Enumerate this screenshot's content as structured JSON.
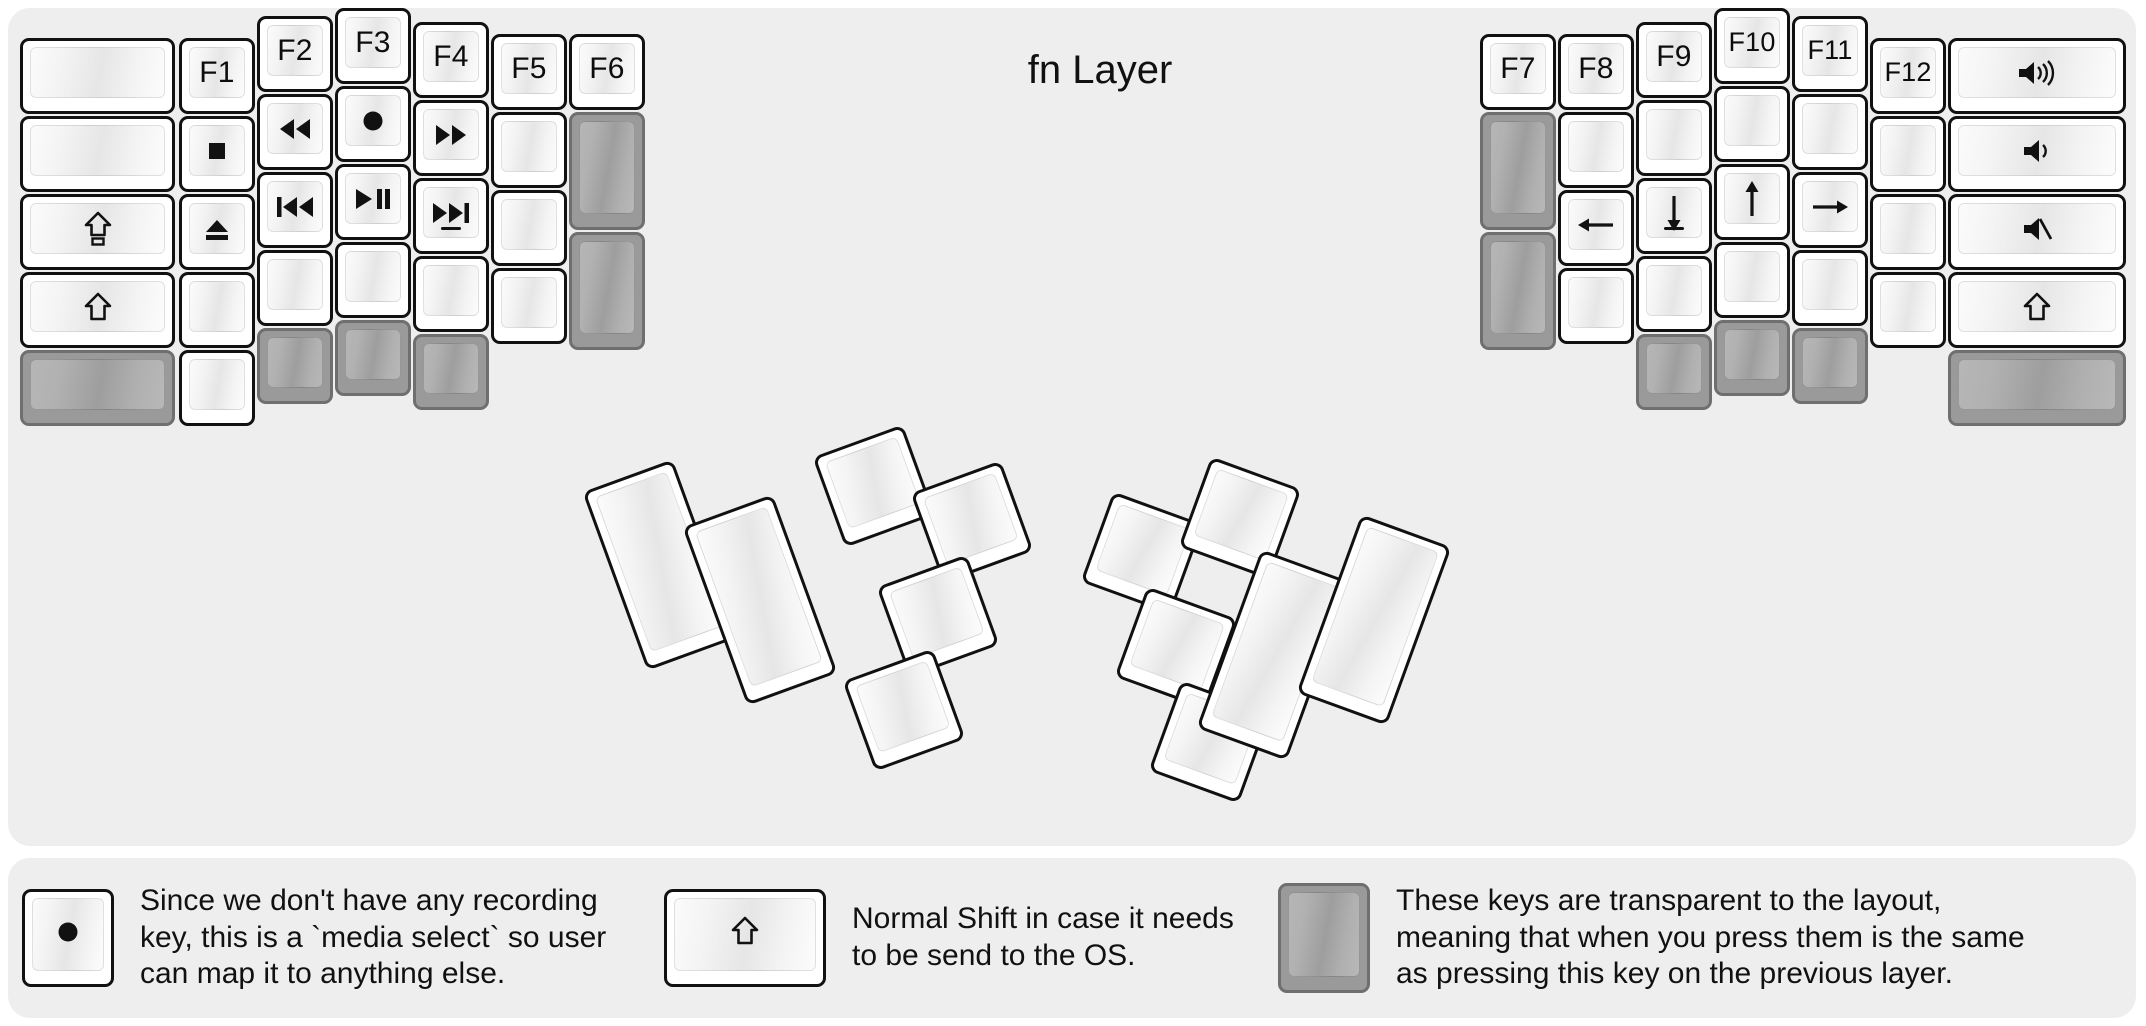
{
  "title": "fn Layer",
  "colors": {
    "panel_bg": "#eeeeee",
    "key_bg": "#ffffff",
    "key_border": "#111111",
    "transparent_key_bg": "#9a9a9a",
    "transparent_key_border": "#6f6f6f",
    "text": "#111111"
  },
  "left_half": {
    "columns": [
      {
        "name": "col-pinky-outer",
        "keys": [
          {
            "label": "",
            "icon": "blank",
            "type": "normal"
          },
          {
            "label": "",
            "icon": "blank",
            "type": "normal"
          },
          {
            "label": "⇧",
            "icon": "caps-lock-icon",
            "type": "normal"
          },
          {
            "label": "⇧",
            "icon": "shift-icon",
            "type": "normal"
          },
          {
            "label": "",
            "icon": "blank",
            "type": "transparent"
          }
        ]
      },
      {
        "name": "col-pinky",
        "keys": [
          {
            "label": "F1",
            "icon": "",
            "type": "normal"
          },
          {
            "label": "■",
            "icon": "media-stop-icon",
            "type": "normal"
          },
          {
            "label": "⏏",
            "icon": "media-eject-icon",
            "type": "normal"
          },
          {
            "label": "",
            "icon": "blank",
            "type": "normal"
          },
          {
            "label": "",
            "icon": "blank",
            "type": "normal"
          }
        ]
      },
      {
        "name": "col-ring",
        "keys": [
          {
            "label": "F2",
            "icon": "",
            "type": "normal"
          },
          {
            "label": "◀◀",
            "icon": "media-rewind-icon",
            "type": "normal"
          },
          {
            "label": "⏮",
            "icon": "media-prev-track-icon",
            "type": "normal"
          },
          {
            "label": "",
            "icon": "blank",
            "type": "normal"
          },
          {
            "label": "",
            "icon": "blank",
            "type": "transparent"
          }
        ]
      },
      {
        "name": "col-middle",
        "keys": [
          {
            "label": "F3",
            "icon": "",
            "type": "normal"
          },
          {
            "label": "●",
            "icon": "media-record-icon",
            "type": "normal"
          },
          {
            "label": "⏯",
            "icon": "media-play-pause-icon",
            "type": "normal"
          },
          {
            "label": "",
            "icon": "blank",
            "type": "normal"
          },
          {
            "label": "",
            "icon": "blank",
            "type": "transparent"
          }
        ]
      },
      {
        "name": "col-index",
        "keys": [
          {
            "label": "F4",
            "icon": "",
            "type": "normal"
          },
          {
            "label": "▶▶",
            "icon": "media-fast-forward-icon",
            "type": "normal"
          },
          {
            "label": "⏭",
            "icon": "media-next-track-icon",
            "type": "normal",
            "homing": true
          },
          {
            "label": "",
            "icon": "blank",
            "type": "normal"
          },
          {
            "label": "",
            "icon": "blank",
            "type": "transparent"
          }
        ]
      },
      {
        "name": "col-inner-1",
        "keys": [
          {
            "label": "F5",
            "icon": "",
            "type": "normal"
          },
          {
            "label": "",
            "icon": "blank",
            "type": "normal"
          },
          {
            "label": "",
            "icon": "blank",
            "type": "normal"
          },
          {
            "label": "",
            "icon": "blank",
            "type": "normal"
          }
        ]
      },
      {
        "name": "col-inner-2",
        "keys": [
          {
            "label": "F6",
            "icon": "",
            "type": "normal"
          },
          {
            "label": "",
            "icon": "blank",
            "type": "transparent"
          },
          {
            "label": "",
            "icon": "blank",
            "type": "transparent"
          }
        ]
      }
    ]
  },
  "right_half": {
    "columns": [
      {
        "name": "col-inner-2",
        "keys": [
          {
            "label": "F7",
            "icon": "",
            "type": "normal"
          },
          {
            "label": "",
            "icon": "blank",
            "type": "transparent"
          },
          {
            "label": "",
            "icon": "blank",
            "type": "transparent"
          }
        ]
      },
      {
        "name": "col-inner-1",
        "keys": [
          {
            "label": "F8",
            "icon": "",
            "type": "normal"
          },
          {
            "label": "",
            "icon": "blank",
            "type": "normal"
          },
          {
            "label": "←",
            "icon": "arrow-left-icon",
            "type": "normal"
          },
          {
            "label": "",
            "icon": "blank",
            "type": "normal"
          }
        ]
      },
      {
        "name": "col-index",
        "keys": [
          {
            "label": "F9",
            "icon": "",
            "type": "normal"
          },
          {
            "label": "",
            "icon": "blank",
            "type": "normal"
          },
          {
            "label": "↓",
            "icon": "arrow-down-icon",
            "type": "normal",
            "homing": true
          },
          {
            "label": "",
            "icon": "blank",
            "type": "normal"
          },
          {
            "label": "",
            "icon": "blank",
            "type": "transparent"
          }
        ]
      },
      {
        "name": "col-middle",
        "keys": [
          {
            "label": "F10",
            "icon": "",
            "type": "normal"
          },
          {
            "label": "",
            "icon": "blank",
            "type": "normal"
          },
          {
            "label": "↑",
            "icon": "arrow-up-icon",
            "type": "normal"
          },
          {
            "label": "",
            "icon": "blank",
            "type": "normal"
          },
          {
            "label": "",
            "icon": "blank",
            "type": "transparent"
          }
        ]
      },
      {
        "name": "col-ring",
        "keys": [
          {
            "label": "F11",
            "icon": "",
            "type": "normal"
          },
          {
            "label": "",
            "icon": "blank",
            "type": "normal"
          },
          {
            "label": "→",
            "icon": "arrow-right-icon",
            "type": "normal"
          },
          {
            "label": "",
            "icon": "blank",
            "type": "normal"
          },
          {
            "label": "",
            "icon": "blank",
            "type": "transparent"
          }
        ]
      },
      {
        "name": "col-pinky",
        "keys": [
          {
            "label": "F12",
            "icon": "",
            "type": "normal"
          },
          {
            "label": "",
            "icon": "blank",
            "type": "normal"
          },
          {
            "label": "",
            "icon": "blank",
            "type": "normal"
          },
          {
            "label": "",
            "icon": "blank",
            "type": "normal"
          }
        ]
      },
      {
        "name": "col-pinky-outer",
        "keys": [
          {
            "label": "🔊",
            "icon": "volume-up-icon",
            "type": "normal"
          },
          {
            "label": "🔉",
            "icon": "volume-down-icon",
            "type": "normal"
          },
          {
            "label": "🔇",
            "icon": "volume-mute-icon",
            "type": "normal"
          },
          {
            "label": "⇧",
            "icon": "shift-icon",
            "type": "normal"
          },
          {
            "label": "",
            "icon": "blank",
            "type": "transparent"
          }
        ]
      }
    ]
  },
  "left_thumb_cluster": {
    "name": "left-thumb-cluster",
    "keys": [
      {
        "label": "",
        "icon": "blank",
        "type": "normal",
        "size": "2u"
      },
      {
        "label": "",
        "icon": "blank",
        "type": "normal",
        "size": "2u"
      },
      {
        "label": "",
        "icon": "blank",
        "type": "normal",
        "size": "1u"
      },
      {
        "label": "",
        "icon": "blank",
        "type": "normal",
        "size": "1u"
      },
      {
        "label": "",
        "icon": "blank",
        "type": "normal",
        "size": "1u"
      },
      {
        "label": "",
        "icon": "blank",
        "type": "normal",
        "size": "1u"
      }
    ]
  },
  "right_thumb_cluster": {
    "name": "right-thumb-cluster",
    "keys": [
      {
        "label": "",
        "icon": "blank",
        "type": "normal",
        "size": "1u"
      },
      {
        "label": "",
        "icon": "blank",
        "type": "normal",
        "size": "1u"
      },
      {
        "label": "",
        "icon": "blank",
        "type": "normal",
        "size": "1u"
      },
      {
        "label": "",
        "icon": "blank",
        "type": "normal",
        "size": "1u"
      },
      {
        "label": "",
        "icon": "blank",
        "type": "normal",
        "size": "2u"
      },
      {
        "label": "",
        "icon": "blank",
        "type": "normal",
        "size": "2u"
      }
    ]
  },
  "legend": [
    {
      "key_icon": "media-record-icon",
      "key_label": "●",
      "key_type": "normal",
      "text": "Since we don't have any recording\nkey, this is a `media select` so user\ncan map it to anything else."
    },
    {
      "key_icon": "shift-icon",
      "key_label": "⇧",
      "key_type": "normal",
      "text": "Normal Shift in case it needs\nto be send to the OS."
    },
    {
      "key_icon": "blank",
      "key_label": "",
      "key_type": "transparent",
      "text": "These keys are transparent to the layout,\nmeaning that when you press them is the same\nas pressing this key on the previous layer."
    }
  ]
}
